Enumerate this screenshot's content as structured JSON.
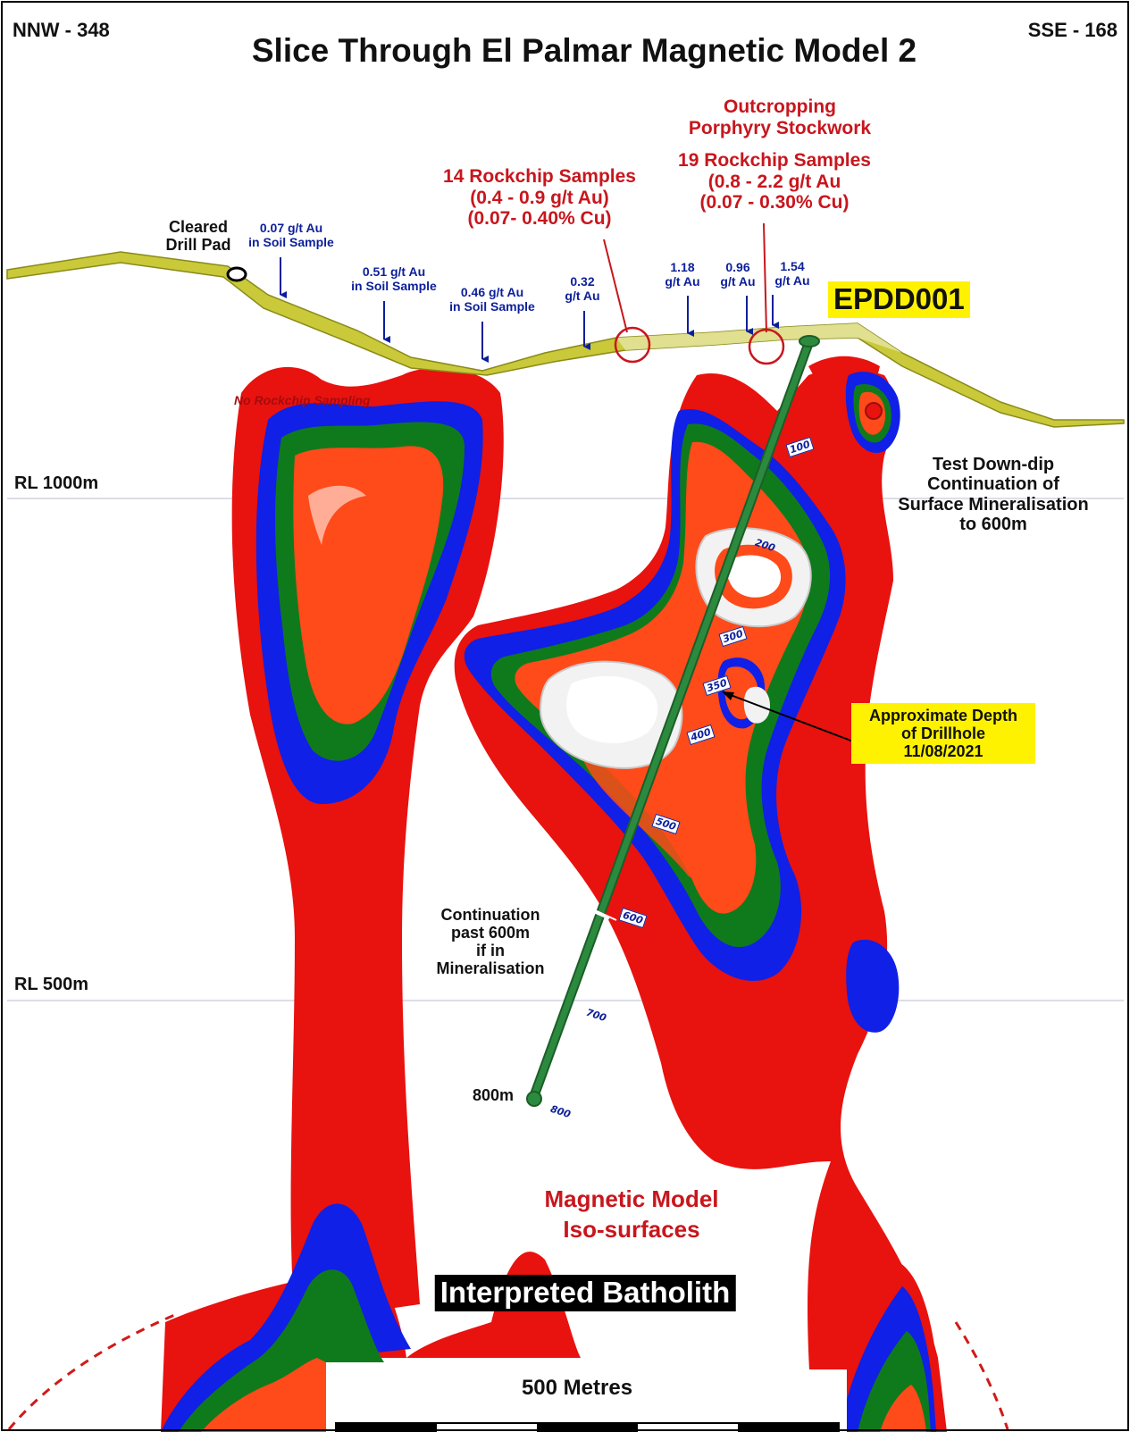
{
  "figure": {
    "title": "Slice Through El Palmar Magnetic Model 2",
    "left_bearing": "NNW - 348",
    "right_bearing": "SSE - 168"
  },
  "levels": {
    "rl1000": "RL 1000m",
    "rl500": "RL 500m"
  },
  "surface_labels": {
    "drill_pad": [
      "Cleared",
      "Drill Pad"
    ],
    "soil_007": [
      "0.07 g/t Au",
      "in Soil Sample"
    ],
    "soil_051": [
      "0.51 g/t Au",
      "in Soil Sample"
    ],
    "soil_046": [
      "0.46 g/t Au",
      "in Soil Sample"
    ],
    "pt_032": [
      "0.32",
      "g/t Au"
    ],
    "pt_118": [
      "1.18",
      "g/t Au"
    ],
    "pt_096": [
      "0.96",
      "g/t Au"
    ],
    "pt_154": [
      "1.54",
      "g/t Au"
    ],
    "no_rockchip": "No Rockchip Sampling"
  },
  "sample_callouts": {
    "rockchip_14": [
      "14 Rockchip Samples",
      "(0.4 - 0.9 g/t Au)",
      "(0.07- 0.40% Cu)"
    ],
    "outcrop": [
      "Outcropping",
      "Porphyry Stockwork"
    ],
    "rockchip_19": [
      "19 Rockchip Samples",
      "(0.8 - 2.2 g/t Au",
      "(0.07 - 0.30% Cu)"
    ]
  },
  "drillhole": {
    "name": "EPDD001",
    "depth_ticks": [
      "100",
      "200",
      "300",
      "350",
      "400",
      "500",
      "600",
      "700",
      "800"
    ],
    "label_600": "600m",
    "label_800": "800m",
    "test_note": [
      "Test Down-dip",
      "Continuation of",
      "Surface Mineralisation",
      "to 600m"
    ],
    "continuation_note": [
      "Continuation",
      "past 600m",
      "if in",
      "Mineralisation"
    ],
    "current_depth": [
      "Approximate Depth",
      "of Drillhole",
      "11/08/2021"
    ]
  },
  "model_labels": {
    "iso": [
      "Magnetic Model",
      "Iso-surfaces"
    ],
    "batholith": "Interpreted Batholith"
  },
  "scale_bar": {
    "label": "500 Metres"
  },
  "colors": {
    "outer_shell": "#e8120f",
    "shell_two": "#1020e6",
    "shell_three": "#0f7a1c",
    "shell_four": "#ff4a1a",
    "core": "#f2f2f2",
    "topography": "#c9c93a",
    "drillhole": "#2c8a3e",
    "highlight": "#fff200",
    "callout": "#c8161d",
    "soil_value": "#0c1f9a"
  }
}
